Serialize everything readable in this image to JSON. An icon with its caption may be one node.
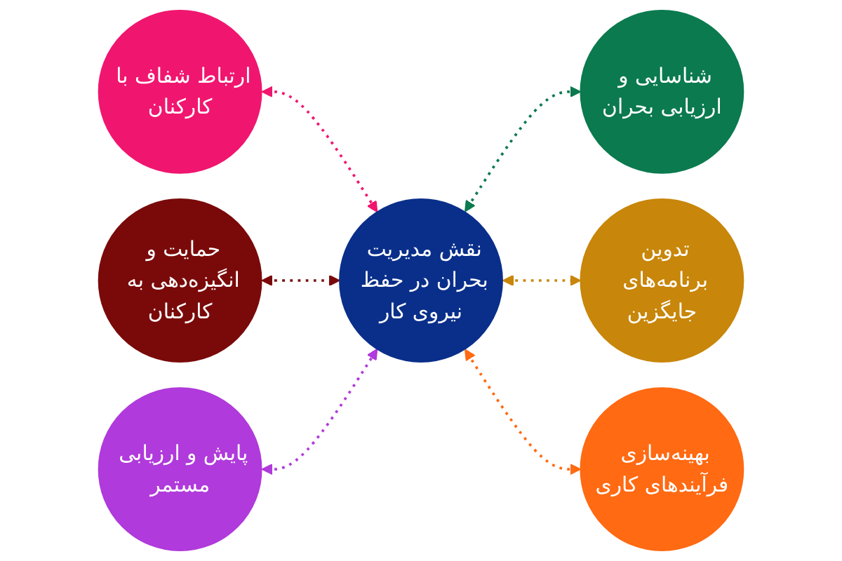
{
  "diagram": {
    "nodes": [
      {
        "text": [
          "نقش مدیریت بحران در حفظ نیروی کار"
        ]
      },
      {
        "text": [
          "شناسایی و ارزیابی بحران"
        ]
      },
      {
        "text": [
          "تدوین برنامه‌های جایگزین"
        ]
      },
      {
        "text": [
          "بهینه‌سازی فرآیندهای کاری"
        ]
      },
      {
        "text": [
          "ارتباط شفاف با کارکنان"
        ]
      },
      {
        "text": [
          "حمایت و انگیزه‌دهی به کارکنان"
        ]
      },
      {
        "text": [
          "پایش و ارزیابی مستمر"
        ]
      }
    ],
    "edges": [
      {
        "from": 0,
        "to": 1,
        "arrow": "both",
        "style": "dashed",
        "color": "#0b7a4f"
      },
      {
        "from": 0,
        "to": 2,
        "arrow": "both",
        "style": "dashed",
        "color": "#c8860a"
      },
      {
        "from": 0,
        "to": 3,
        "arrow": "both",
        "style": "dashed",
        "color": "#ff6a13"
      },
      {
        "from": 4,
        "to": 0,
        "arrow": "both",
        "style": "dashed",
        "color": "#f0166f"
      },
      {
        "from": 5,
        "to": 0,
        "arrow": "both",
        "style": "dashed",
        "color": "#7a0a0a"
      },
      {
        "from": 6,
        "to": 0,
        "arrow": "both",
        "style": "dashed",
        "color": "#b03adb"
      }
    ]
  }
}
